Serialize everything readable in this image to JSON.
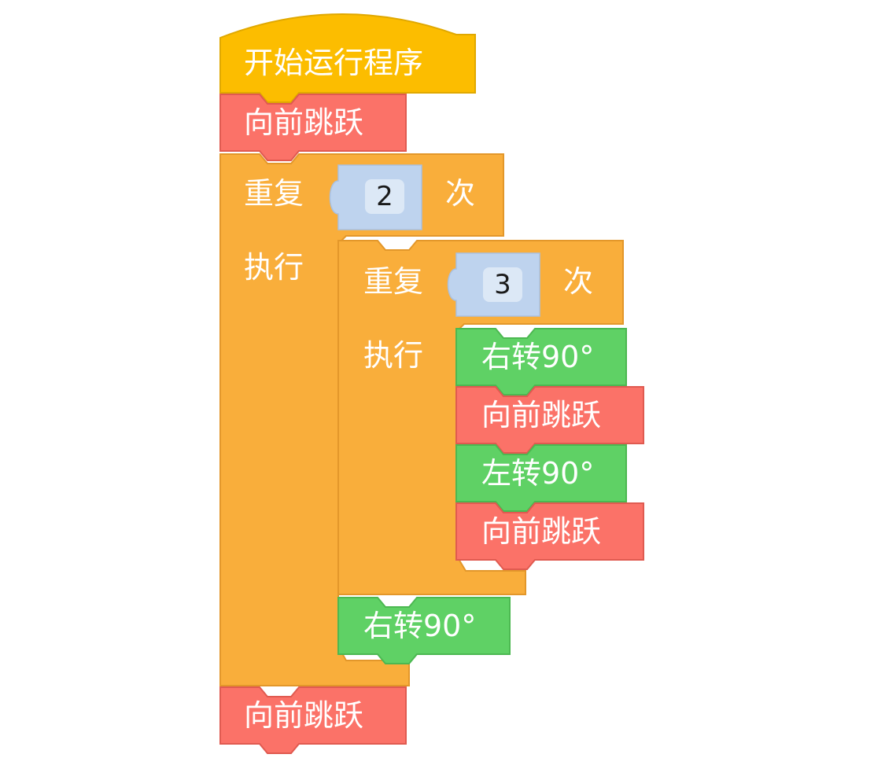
{
  "workspace": {
    "start": {
      "label": "开始运行程序"
    },
    "jump_1": {
      "label": "向前跳跃"
    },
    "outer_repeat": {
      "label_repeat": "重复",
      "count": "2",
      "label_times": "次",
      "label_do": "执行"
    },
    "inner_repeat": {
      "label_repeat": "重复",
      "count": "3",
      "label_times": "次",
      "label_do": "执行"
    },
    "inner_body": [
      {
        "label": "右转90°"
      },
      {
        "label": "向前跳跃"
      },
      {
        "label": "左转90°"
      },
      {
        "label": "向前跳跃"
      }
    ],
    "outer_after_inner": {
      "label": "右转90°"
    },
    "jump_last": {
      "label": "向前跳跃"
    }
  },
  "colors": {
    "event": "#fcbd00",
    "event_edge": "#e0a800",
    "control": "#f9ae3b",
    "control_edge": "#e3972a",
    "motion_jump": "#fb7268",
    "motion_jump_edge": "#e05a50",
    "motion_turn": "#5fd165",
    "motion_turn_edge": "#4cb851",
    "number_slot": "#dce8f6",
    "number_socket": "#bed3ee"
  }
}
